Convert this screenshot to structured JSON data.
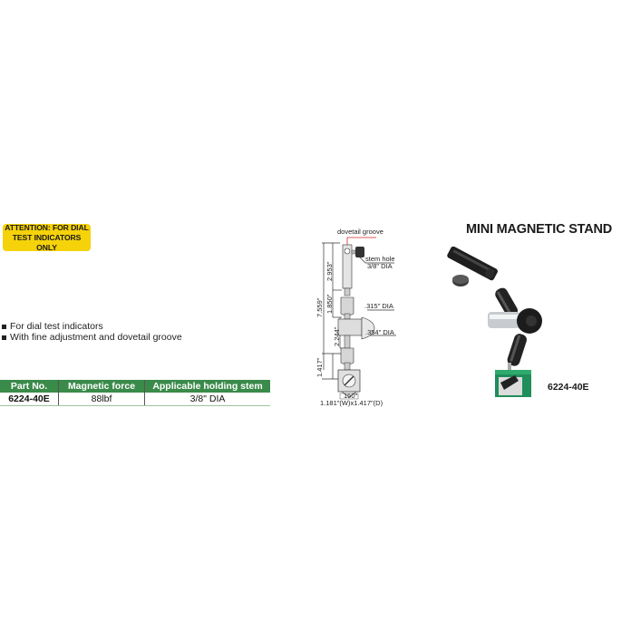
{
  "attention": {
    "line1": "ATTENTION: FOR DIAL",
    "line2": "TEST INDICATORS ONLY",
    "color": "#f5d20a"
  },
  "features": [
    "For dial test indicators",
    "With fine adjustment and dovetail groove"
  ],
  "spec_table": {
    "header_color": "#3a8a4a",
    "headers": [
      "Part No.",
      "Magnetic force",
      "Applicable holding stem"
    ],
    "rows": [
      [
        "6224-40E",
        "88lbf",
        "3/8\" DIA"
      ]
    ]
  },
  "diagram": {
    "labels": {
      "dovetail": "dovetail groove",
      "stem_hole_1": "stem hole",
      "stem_hole_2": "3/8\" DIA",
      "dia_315": ".315\" DIA",
      "dia_354": ".354\" DIA",
      "angle": "150°",
      "base_size": "1.181\"(W)x1.417\"(D)"
    },
    "dimensions": {
      "total": "7.559\"",
      "upper": "2.953\"",
      "mid": "1.850\"",
      "lower": "2.244\"",
      "base": "1.417\""
    }
  },
  "product": {
    "title": "MINI MAGNETIC STAND",
    "model": "6224-40E"
  }
}
